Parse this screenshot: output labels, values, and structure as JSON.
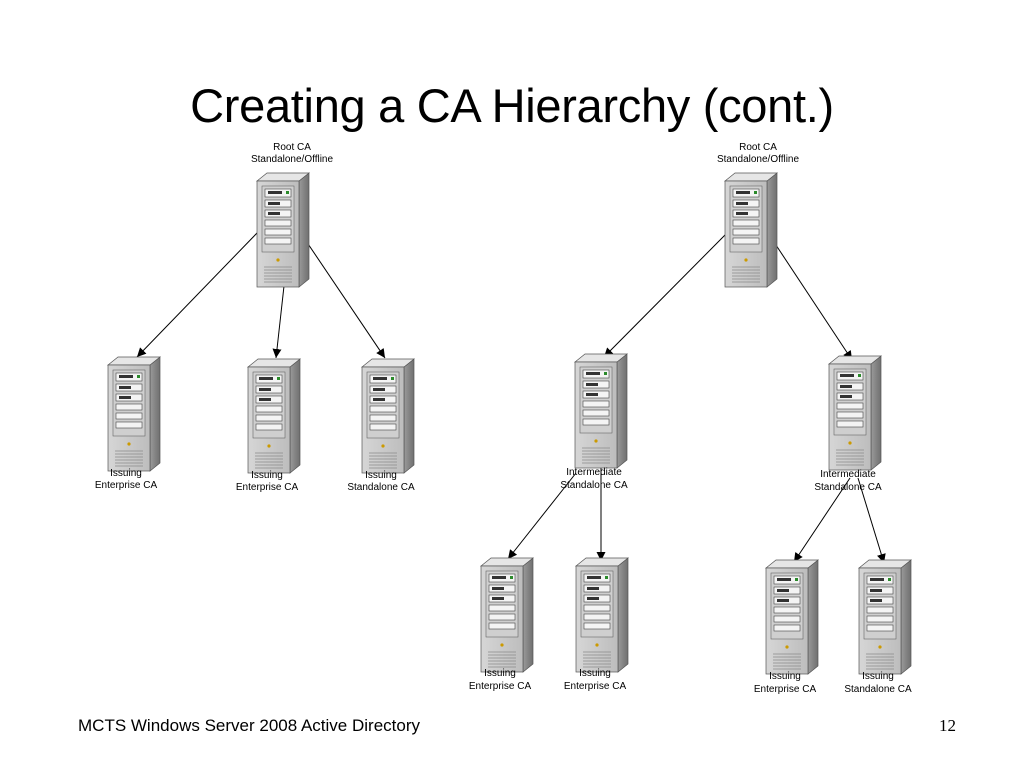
{
  "slide": {
    "title": "Creating a CA Hierarchy (cont.)",
    "footer": "MCTS Windows Server 2008 Active Directory",
    "page_number": "12"
  },
  "diagram": {
    "left_tree": {
      "root": {
        "line1": "Root CA",
        "line2": "Standalone/Offline"
      },
      "children": [
        {
          "line1": "Issuing",
          "line2": "Enterprise CA"
        },
        {
          "line1": "Issuing",
          "line2": "Enterprise CA"
        },
        {
          "line1": "Issuing",
          "line2": "Standalone CA"
        }
      ]
    },
    "right_tree": {
      "root": {
        "line1": "Root CA",
        "line2": "Standalone/Offline"
      },
      "intermediates": [
        {
          "line1": "Intermediate",
          "line2": "Standalone CA",
          "children": [
            {
              "line1": "Issuing",
              "line2": "Enterprise CA"
            },
            {
              "line1": "Issuing",
              "line2": "Enterprise CA"
            }
          ]
        },
        {
          "line1": "Intermediate",
          "line2": "Standalone CA",
          "children": [
            {
              "line1": "Issuing",
              "line2": "Enterprise CA"
            },
            {
              "line1": "Issuing",
              "line2": "Standalone CA"
            }
          ]
        }
      ]
    }
  }
}
